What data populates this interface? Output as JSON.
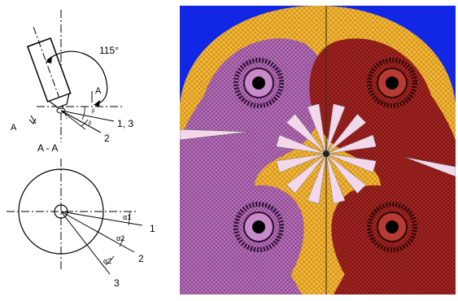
{
  "left_diagram": {
    "angle_label": "115°",
    "section_marker_right": "A",
    "section_marker_left": "A",
    "section_title": "A - A",
    "top_view": {
      "label_13": "1, 3",
      "label_2": "2",
      "small_label_1": "β",
      "small_label_2": "β"
    },
    "section_view": {
      "label_1": "1",
      "label_2": "2",
      "label_3": "3",
      "alpha_1": "α1",
      "alpha_2a": "α2",
      "alpha_2b": "α2"
    }
  },
  "right_render": {
    "colors": {
      "background": "#1226e6",
      "shroud": "#f4b431",
      "left_port": "#b66bb8",
      "right_port": "#a4221f",
      "spray_cone": "#f2d8ea"
    }
  }
}
